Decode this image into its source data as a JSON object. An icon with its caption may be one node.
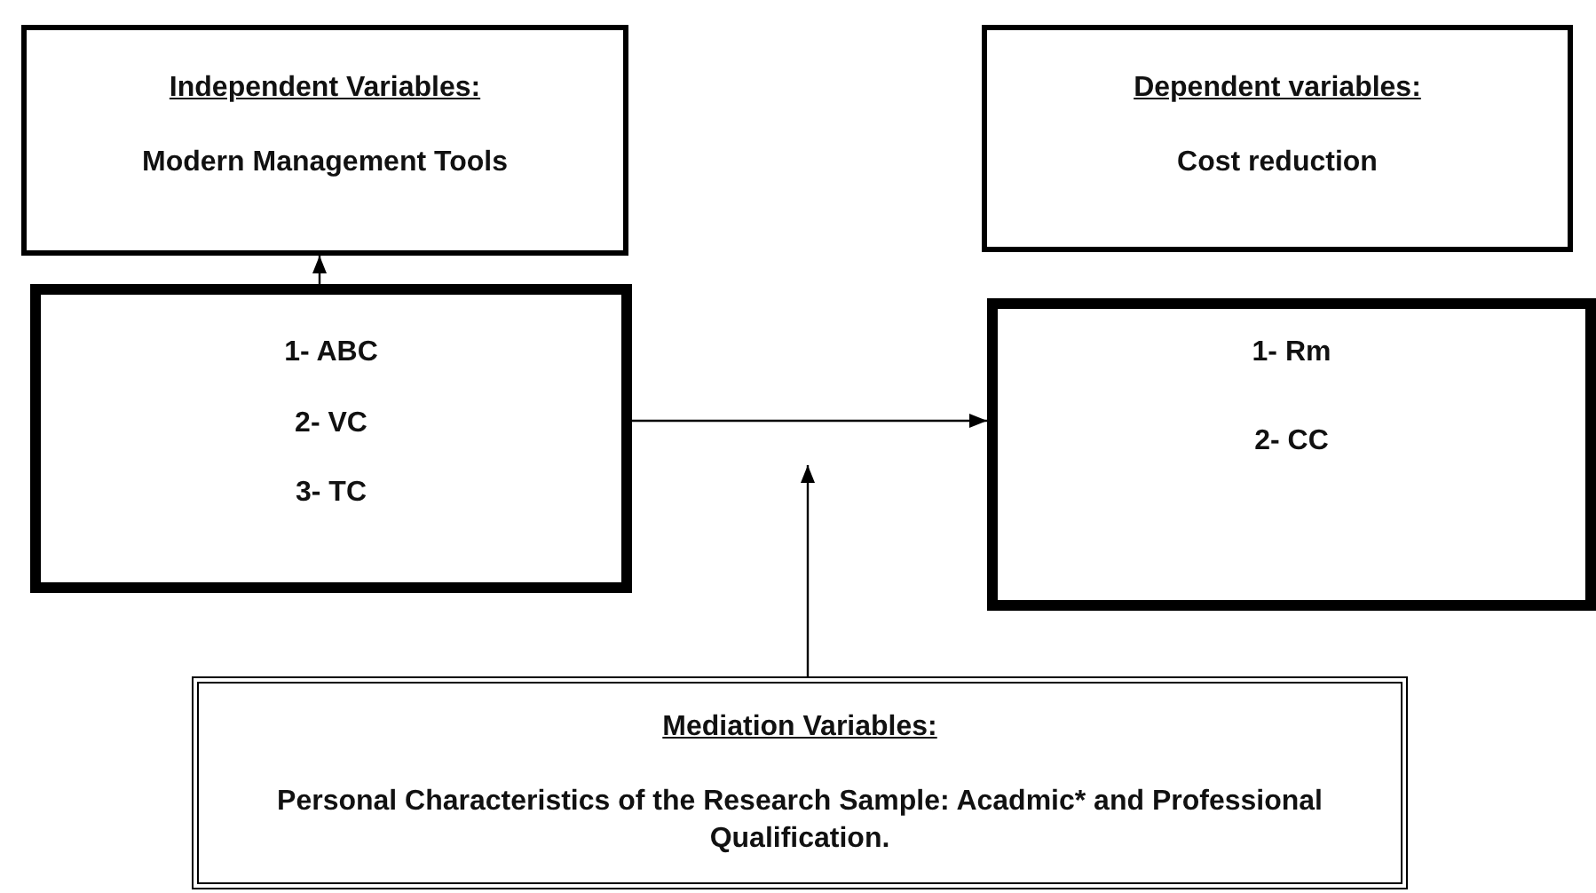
{
  "diagram": {
    "nodes": [
      {
        "text": [
          "Independent Variables:",
          "Modern Management Tools"
        ]
      },
      {
        "text": [
          "1- ABC",
          "2- VC",
          "3- TC"
        ]
      },
      {
        "text": [
          "Dependent variables:",
          "Cost reduction"
        ]
      },
      {
        "text": [
          "1- Rm",
          "2- CC"
        ]
      },
      {
        "text": [
          "Mediation Variables:",
          "Personal Characteristics of the Research Sample: Acadmic* and Professional Qualification."
        ]
      }
    ],
    "edges": [
      {
        "from": 1,
        "to": 0,
        "arrow": "to"
      },
      {
        "from": 1,
        "to": 3,
        "arrow": "to"
      },
      {
        "from": 4,
        "to": null,
        "arrow": "to"
      }
    ]
  }
}
